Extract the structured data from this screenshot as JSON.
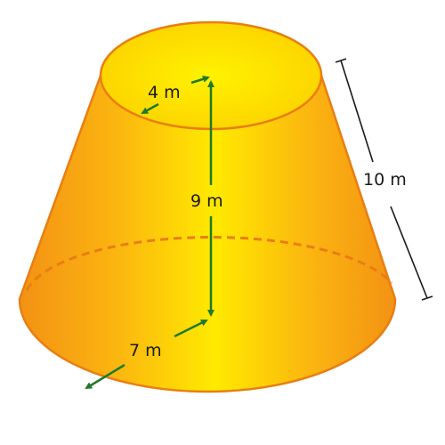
{
  "figure": {
    "labels": {
      "top_radius": "4 m",
      "height": "9 m",
      "bottom_radius": "7 m",
      "slant_height": "10 m"
    },
    "colors": {
      "body_light": "#ffea00",
      "body_mid": "#fcc40c",
      "body_dark": "#f39214",
      "outline": "#e87e12",
      "top_face": "#fde800",
      "dimension_arrow": "#1e7a2a",
      "slant_line": "#1a1a1a"
    },
    "shape": "truncated cone (frustum)"
  }
}
